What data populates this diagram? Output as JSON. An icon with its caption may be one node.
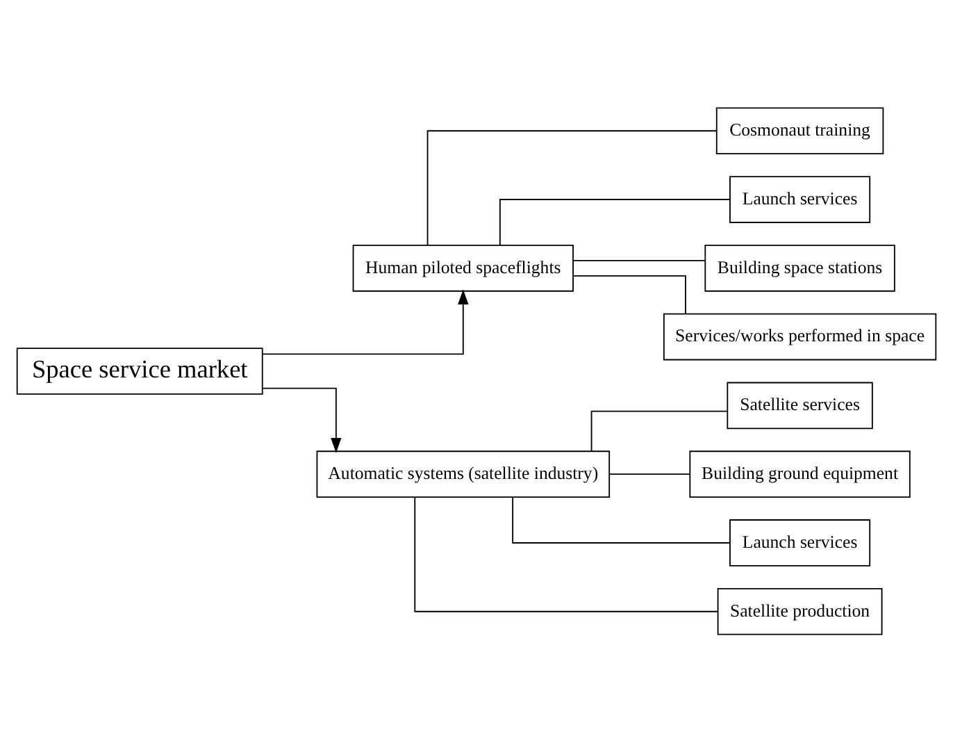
{
  "diagram": {
    "nodes": [
      {
        "text": [
          "Space service market"
        ]
      },
      {
        "text": [
          "Human piloted spaceflights"
        ]
      },
      {
        "text": [
          "Automatic systems (satellite industry)"
        ]
      },
      {
        "text": [
          "Cosmonaut training"
        ]
      },
      {
        "text": [
          "Launch services"
        ]
      },
      {
        "text": [
          "Building space stations"
        ]
      },
      {
        "text": [
          "Services/works performed in space"
        ]
      },
      {
        "text": [
          "Satellite services"
        ]
      },
      {
        "text": [
          "Building ground equipment"
        ]
      },
      {
        "text": [
          "Launch services"
        ]
      },
      {
        "text": [
          "Satellite production"
        ]
      }
    ],
    "edges": [
      {
        "from": 0,
        "to": 1,
        "arrow": "to"
      },
      {
        "from": 0,
        "to": 2,
        "arrow": "to"
      },
      {
        "from": 1,
        "to": 3,
        "arrow": "none"
      },
      {
        "from": 1,
        "to": 4,
        "arrow": "none"
      },
      {
        "from": 1,
        "to": 5,
        "arrow": "none"
      },
      {
        "from": 1,
        "to": 6,
        "arrow": "none"
      },
      {
        "from": 2,
        "to": 7,
        "arrow": "none"
      },
      {
        "from": 2,
        "to": 8,
        "arrow": "none"
      },
      {
        "from": 2,
        "to": 9,
        "arrow": "none"
      },
      {
        "from": 2,
        "to": 10,
        "arrow": "none"
      }
    ]
  }
}
